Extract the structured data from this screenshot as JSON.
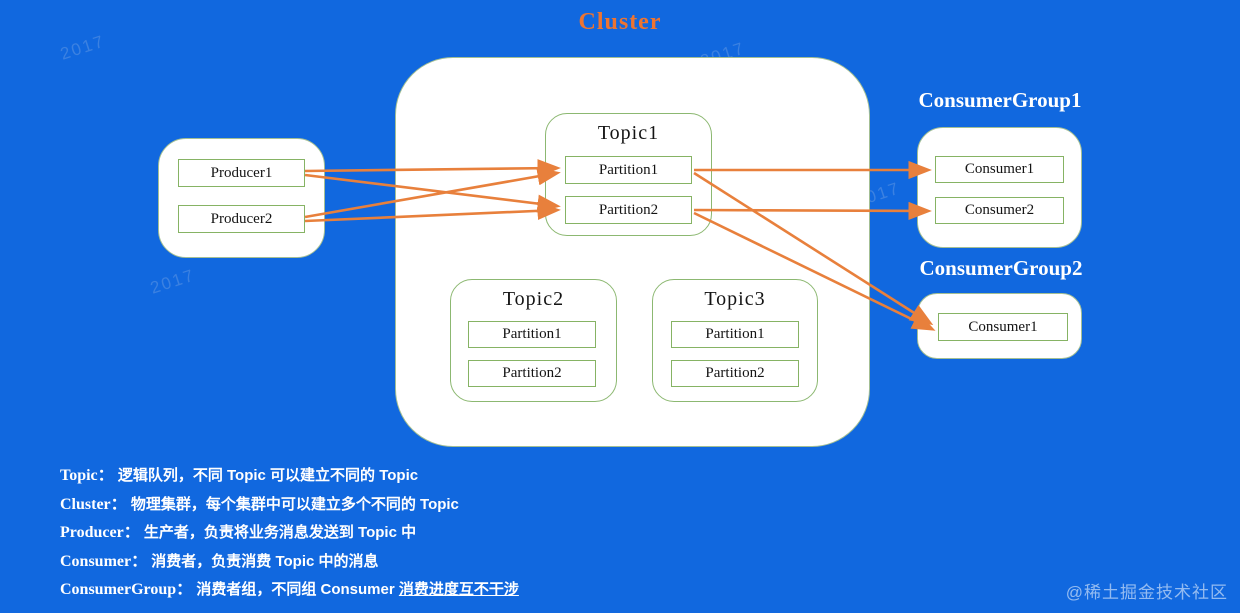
{
  "title": "Cluster",
  "colors": {
    "background_blue": "#1168DF",
    "arrow_orange": "#E8803C",
    "title_orange": "#ED7431",
    "border_green": "#86B364",
    "box_fill": "#FFFFFF",
    "text_dark": "#141414",
    "text_white": "#FFFFFF"
  },
  "producer_group": {
    "producers": [
      "Producer1",
      "Producer2"
    ]
  },
  "topics": [
    {
      "name": "Topic1",
      "partitions": [
        "Partition1",
        "Partition2"
      ]
    },
    {
      "name": "Topic2",
      "partitions": [
        "Partition1",
        "Partition2"
      ]
    },
    {
      "name": "Topic3",
      "partitions": [
        "Partition1",
        "Partition2"
      ]
    }
  ],
  "consumer_groups": [
    {
      "label": "ConsumerGroup1",
      "consumers": [
        "Consumer1",
        "Consumer2"
      ]
    },
    {
      "label": "ConsumerGroup2",
      "consumers": [
        "Consumer1"
      ]
    }
  ],
  "connections": [
    {
      "from": "Producer1",
      "to": "Topic1.Partition1"
    },
    {
      "from": "Producer1",
      "to": "Topic1.Partition2"
    },
    {
      "from": "Producer2",
      "to": "Topic1.Partition1"
    },
    {
      "from": "Producer2",
      "to": "Topic1.Partition2"
    },
    {
      "from": "Topic1.Partition1",
      "to": "ConsumerGroup1.Consumer1"
    },
    {
      "from": "Topic1.Partition2",
      "to": "ConsumerGroup1.Consumer2"
    },
    {
      "from": "Topic1.Partition1",
      "to": "ConsumerGroup2.Consumer1"
    },
    {
      "from": "Topic1.Partition2",
      "to": "ConsumerGroup2.Consumer1"
    }
  ],
  "definitions": [
    {
      "term": "Topic：",
      "desc": "逻辑队列，不同 Topic 可以建立不同的 Topic",
      "underline": ""
    },
    {
      "term": "Cluster：",
      "desc": "物理集群，每个集群中可以建立多个不同的 Topic",
      "underline": ""
    },
    {
      "term": "Producer：",
      "desc": "生产者，负责将业务消息发送到 Topic 中",
      "underline": ""
    },
    {
      "term": "Consumer：",
      "desc": "消费者，负责消费 Topic 中的消息",
      "underline": ""
    },
    {
      "term": "ConsumerGroup：",
      "desc": "消费者组，不同组 Consumer ",
      "underline": "消费进度互不干涉"
    }
  ],
  "community_watermark": "@稀土掘金技术社区",
  "faint_watermark": "2017"
}
